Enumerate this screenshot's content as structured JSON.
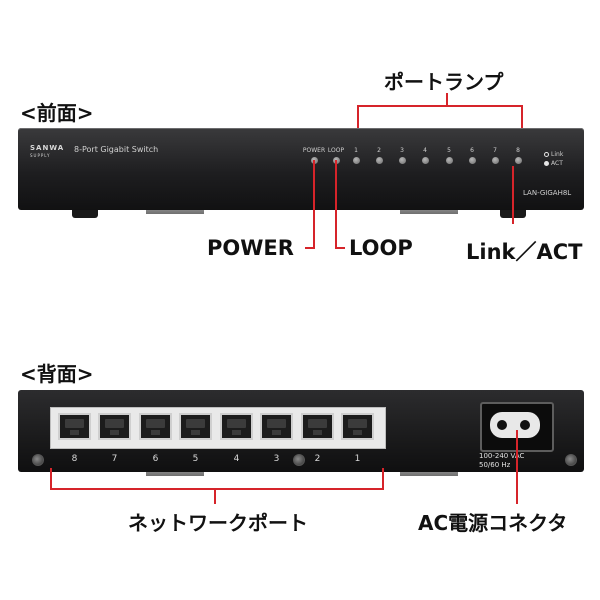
{
  "front": {
    "section_title": "<前面>",
    "brand_logo": "SANWA",
    "brand_logo_sub": "SUPPLY",
    "product_name": "8-Port Gigabit Switch",
    "model": "LAN-GIGAH8L",
    "led_power_label": "POWER",
    "led_loop_label": "LOOP",
    "port_led_numbers": [
      "1",
      "2",
      "3",
      "4",
      "5",
      "6",
      "7",
      "8"
    ],
    "legend_link": "Link",
    "legend_act": "ACT",
    "callouts": {
      "port_lamp": "ポートランプ",
      "power": "POWER",
      "loop": "LOOP",
      "link_act": "Link／ACT"
    }
  },
  "back": {
    "section_title": "<背面>",
    "port_numbers": [
      "8",
      "7",
      "6",
      "5",
      "4",
      "3",
      "2",
      "1"
    ],
    "power_rating_line1": "100-240 VAC",
    "power_rating_line2": "50/60 Hz",
    "callouts": {
      "network_port": "ネットワークポート",
      "ac_connector": "AC電源コネクタ"
    }
  },
  "colors": {
    "callout_line": "#d6242a",
    "device_body": "#1e1e20",
    "legend_link_dot": "#e6e6e6",
    "legend_act_dot": "#e6e6e6"
  }
}
